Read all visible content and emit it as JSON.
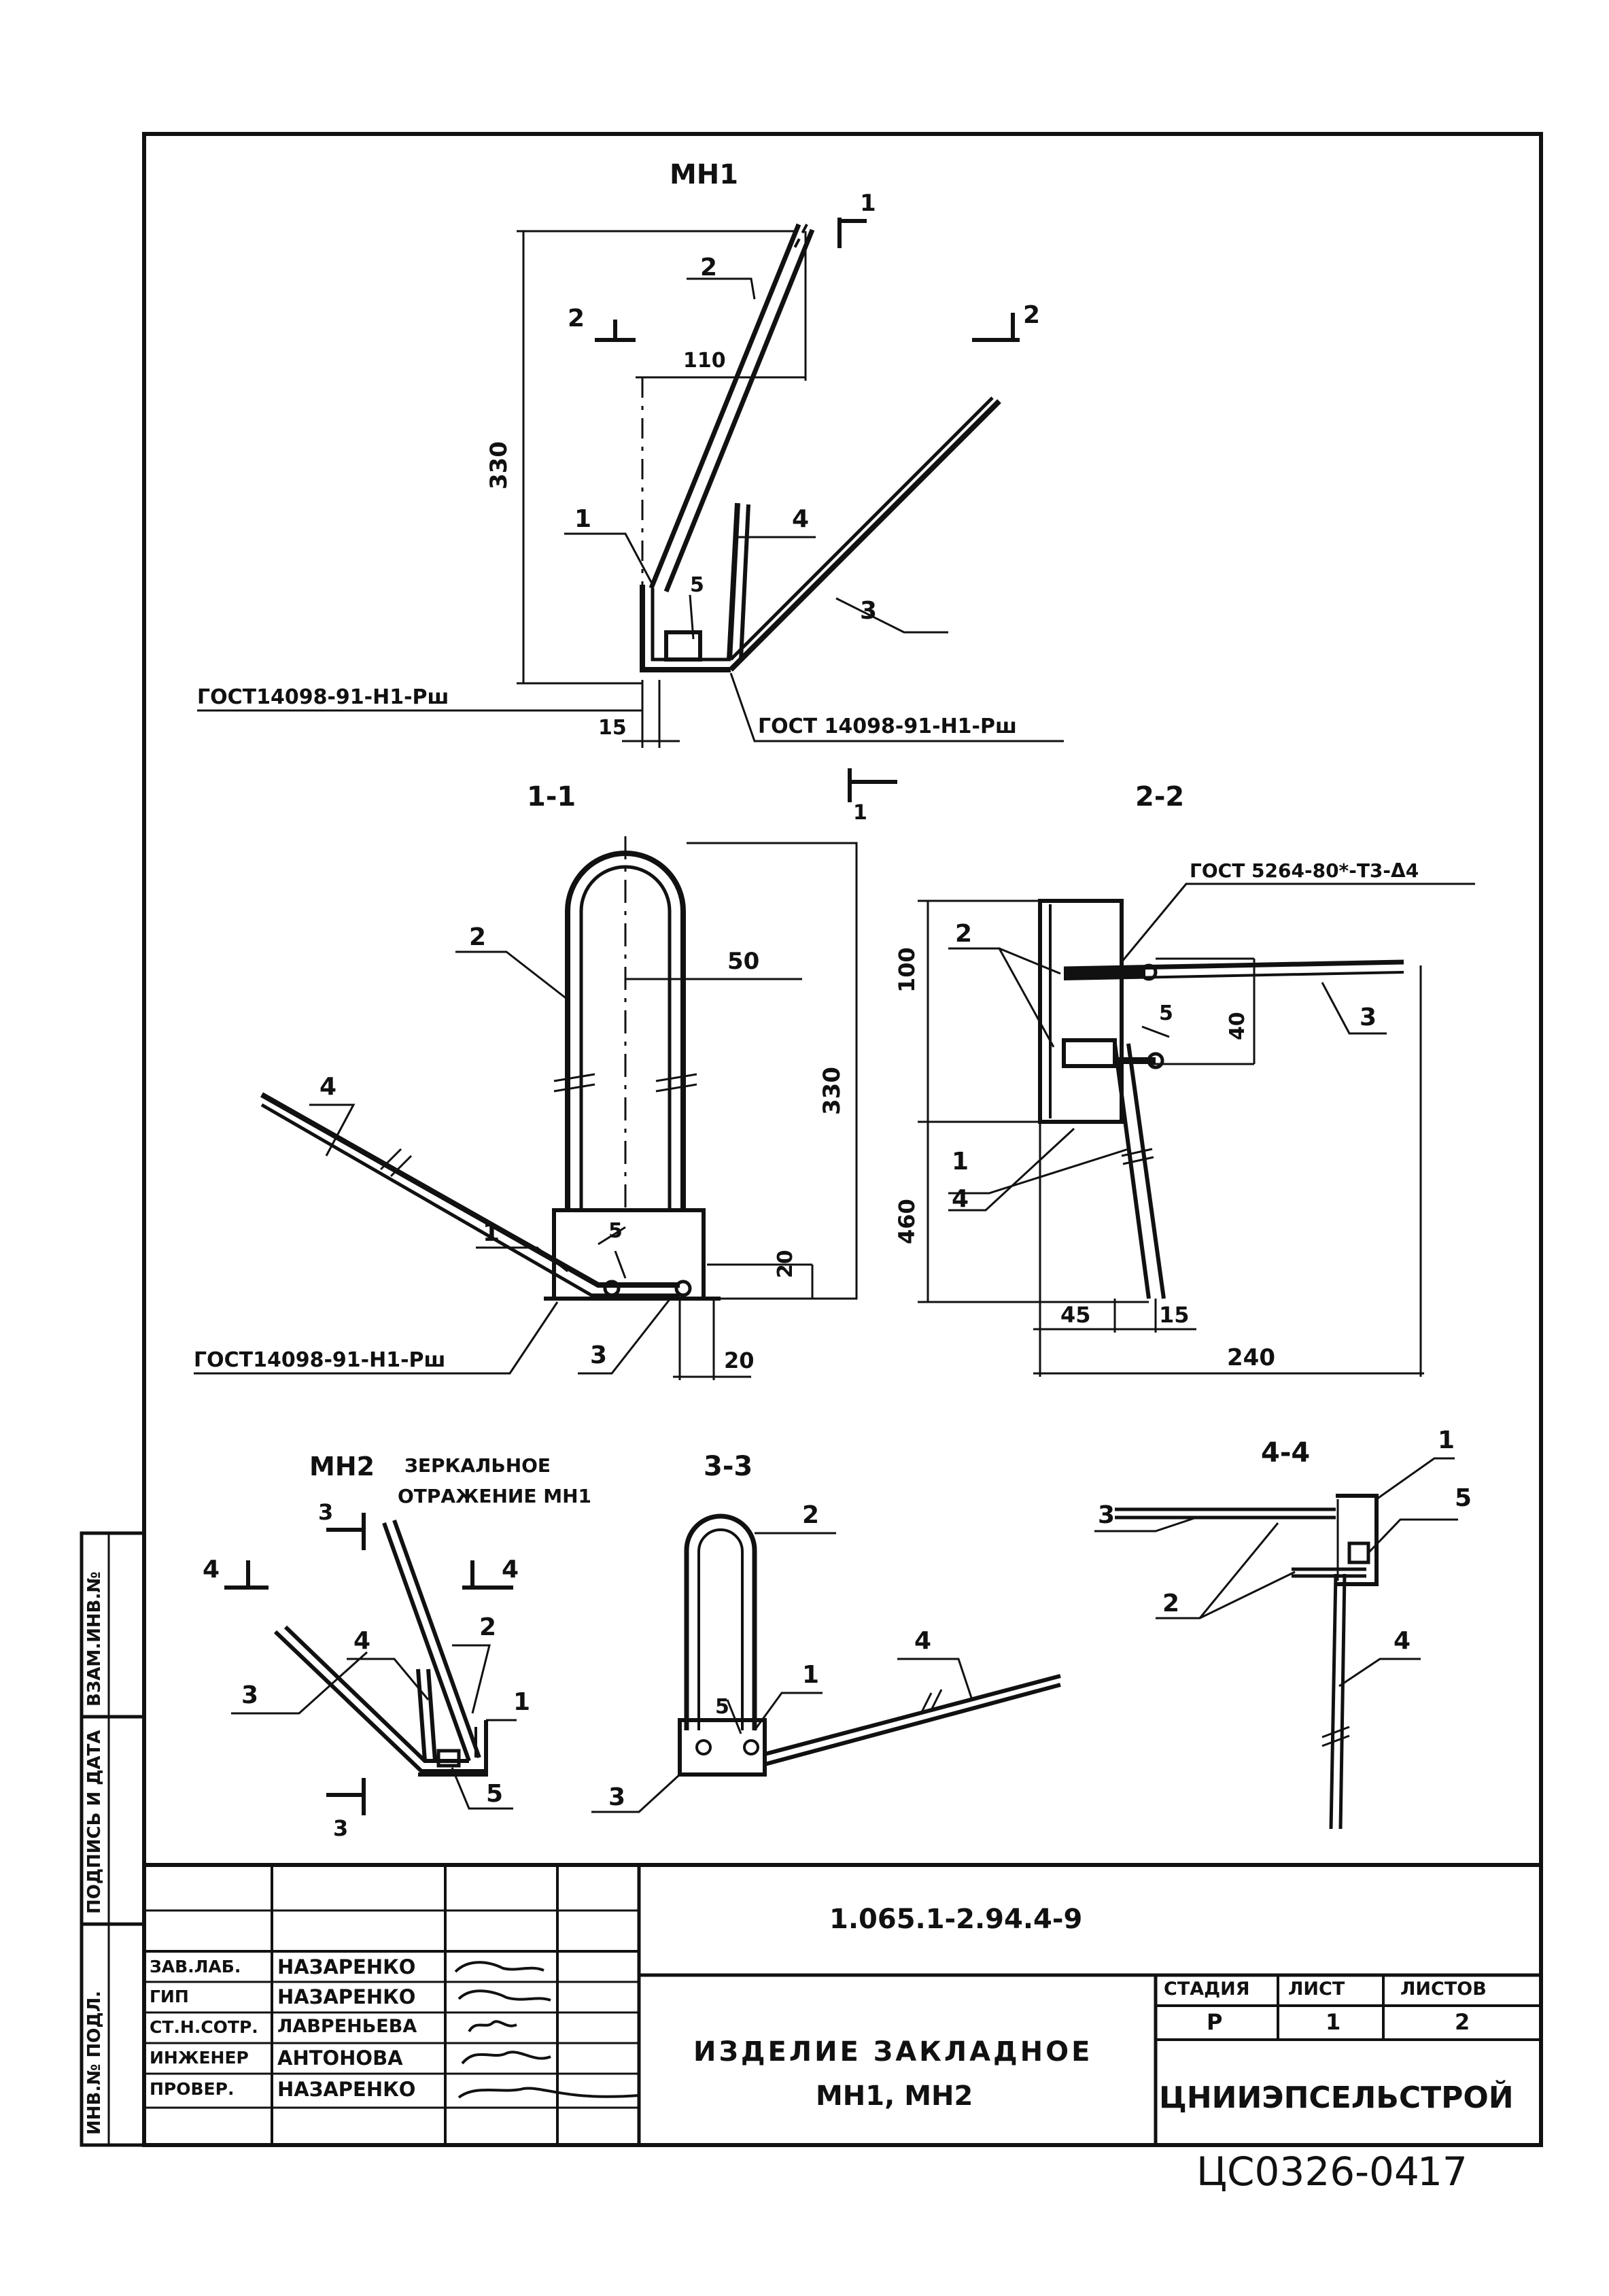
{
  "drawing": {
    "mn1_title": "МН1",
    "mn2_title": "МН2",
    "mn2_note_line1": "ЗЕРКАЛЬНОЕ",
    "mn2_note_line2": "ОТРАЖЕНИЕ МН1",
    "sections": {
      "s11": "1-1",
      "s22": "2-2",
      "s33": "3-3",
      "s44": "4-4"
    },
    "cut_marks": {
      "one": "1",
      "two": "2",
      "three": "3",
      "four": "4"
    },
    "positions": [
      "1",
      "2",
      "3",
      "4",
      "5"
    ],
    "dimensions": {
      "mn1_height": "330",
      "mn1_offset": "110",
      "mn1_gap": "15",
      "s11_height": "330",
      "s11_width": "50",
      "s11_plate": "20",
      "s11_end": "20",
      "s22_top": "100",
      "s22_bottom": "460",
      "s22_depth": "40",
      "s22_left": "45",
      "s22_right": "15",
      "s22_total": "240"
    },
    "notes": {
      "weld_a": "ГОСТ14098-91-Н1-Рш",
      "weld_b": "ГОСТ 14098-91-Н1-Рш",
      "weld_c": "ГОСТ14098-91-Н1-Рш",
      "weld_d": "ГОСТ 5264-80*-Т3-Δ4"
    }
  },
  "title_block": {
    "doc_code": "1.065.1-2.94.4-9",
    "product_line1": "ИЗДЕЛИЕ ЗАКЛАДНОЕ",
    "product_line2": "МН1, МН2",
    "stage_header": "СТАДИЯ",
    "sheet_header": "ЛИСТ",
    "sheets_header": "ЛИСТОВ",
    "stage": "Р",
    "sheet": "1",
    "sheets": "2",
    "organization": "ЦНИИЭПСЕЛЬСТРОЙ",
    "staff": [
      {
        "role": "ЗАВ.ЛАБ.",
        "name": "НАЗАРЕНКО"
      },
      {
        "role": "ГИП",
        "name": "НАЗАРЕНКО"
      },
      {
        "role": "СТ.Н.СОТР.",
        "name": "ЛАВРЕНЬЕВА"
      },
      {
        "role": "ИНЖЕНЕР",
        "name": "АНТОНОВА"
      },
      {
        "role": "ПРОВЕР.",
        "name": "НАЗАРЕНКО"
      }
    ],
    "side_labels": [
      "ВЗАМ.ИНВ.№",
      "ПОДПИСЬ И ДАТА",
      "ИНВ.№ ПОДЛ."
    ],
    "archive_code": "ЦС0326-04",
    "archive_num": "17"
  }
}
